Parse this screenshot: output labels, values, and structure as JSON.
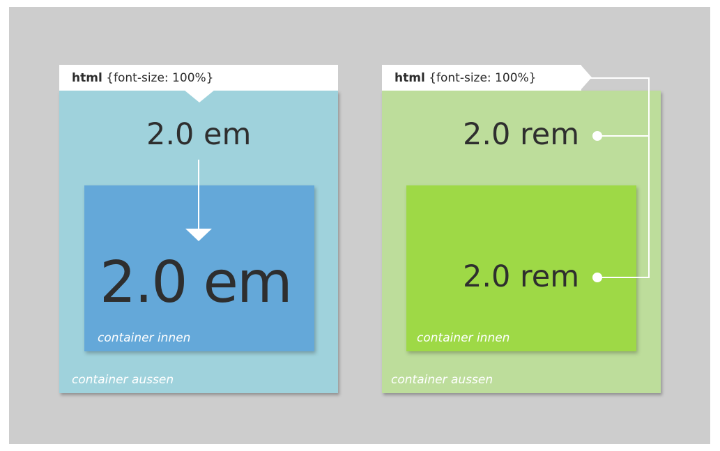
{
  "left_panel": {
    "html_tag": "html",
    "rule": "{font-size: 100%}",
    "outer_value": "2.0 em",
    "inner_value": "2.0 em",
    "inner_caption": "container innen",
    "outer_caption": "container aussen",
    "colors": {
      "outer": "#9fd2dc",
      "inner": "#64a8d9"
    }
  },
  "right_panel": {
    "html_tag": "html",
    "rule": "{font-size: 100%}",
    "outer_value": "2.0 rem",
    "inner_value": "2.0 rem",
    "inner_caption": "container innen",
    "outer_caption": "container aussen",
    "colors": {
      "outer": "#bddd9b",
      "inner": "#9ed946"
    }
  }
}
